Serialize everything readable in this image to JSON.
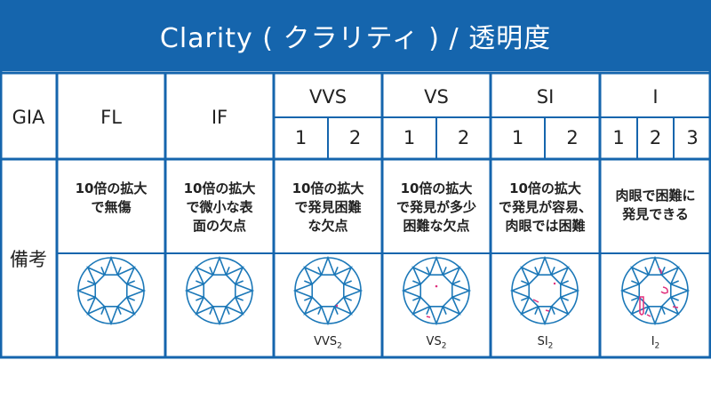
{
  "title": "Clarity ( クラリティ ) / 透明度",
  "gia_label": "GIA",
  "notes_label": "備考",
  "grades": [
    {
      "id": "fl",
      "label": "FL"
    },
    {
      "id": "if",
      "label": "IF"
    },
    {
      "id": "vvs",
      "label": "VVS",
      "subs": [
        "1",
        "2"
      ]
    },
    {
      "id": "vs",
      "label": "VS",
      "subs": [
        "1",
        "2"
      ]
    },
    {
      "id": "si",
      "label": "SI",
      "subs": [
        "1",
        "2"
      ]
    },
    {
      "id": "i",
      "label": "I",
      "subs": [
        "1",
        "2",
        "3"
      ]
    }
  ],
  "notes": [
    [
      "10倍の拡大",
      "で無傷"
    ],
    [
      "10倍の拡大",
      "で微小な表",
      "面の欠点"
    ],
    [
      "10倍の拡大",
      "で発見困難",
      "な欠点"
    ],
    [
      "10倍の拡大",
      "で発見が多少",
      "困難な欠点"
    ],
    [
      "10倍の拡大",
      "で発見が容易、",
      "肉眼では困難"
    ],
    [
      "肉眼で困難に",
      "発見できる"
    ]
  ],
  "examples": [
    {
      "base": "",
      "sub": ""
    },
    {
      "base": "",
      "sub": ""
    },
    {
      "base": "VVS",
      "sub": "2"
    },
    {
      "base": "VS",
      "sub": "2"
    },
    {
      "base": "SI",
      "sub": "2"
    },
    {
      "base": "I",
      "sub": "2"
    }
  ],
  "colors": {
    "brand_blue": "#1565ad",
    "diamond_stroke": "#1c78b8",
    "inclusion": "#e0307c"
  }
}
